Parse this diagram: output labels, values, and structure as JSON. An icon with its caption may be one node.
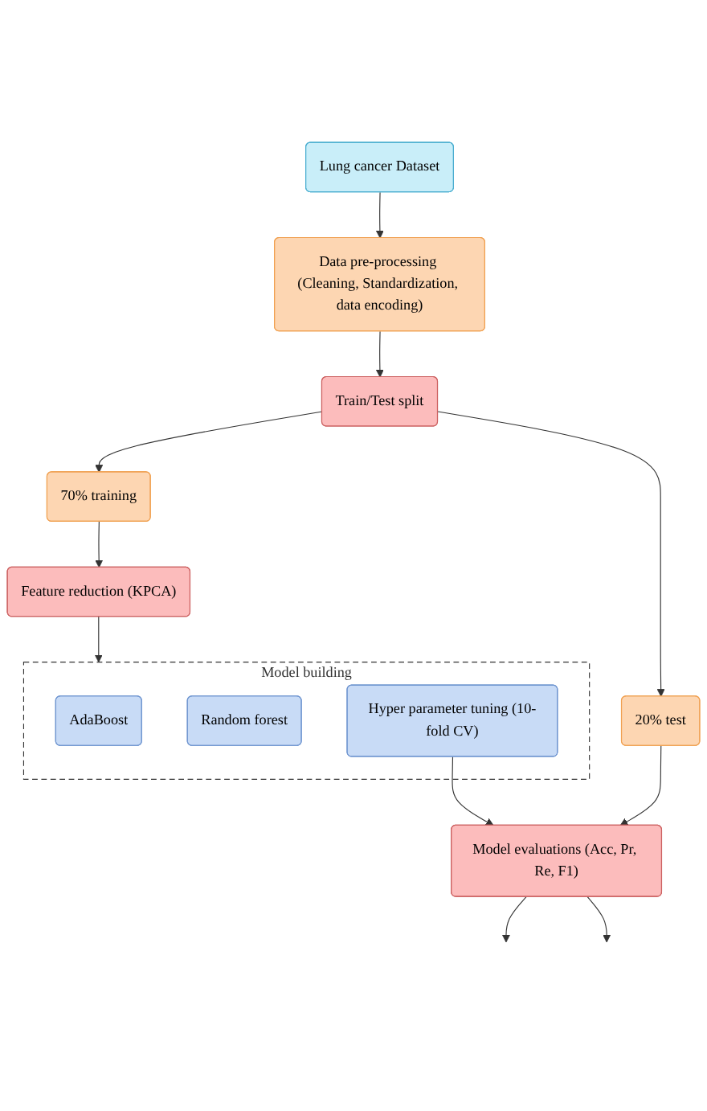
{
  "diagram": {
    "nodes": [
      {
        "text": [
          "Lung cancer Dataset"
        ]
      },
      {
        "text": [
          "Data pre-processing (Cleaning, Standardization, data encoding)"
        ]
      },
      {
        "text": [
          "Train/Test split"
        ]
      },
      {
        "text": [
          "70% training"
        ]
      },
      {
        "text": [
          "20% test"
        ]
      },
      {
        "text": [
          "Feature reduction (KPCA)"
        ]
      },
      {
        "text": [
          "Model building"
        ]
      },
      {
        "text": [
          "AdaBoost"
        ],
        "in": 6
      },
      {
        "text": [
          "Random forest"
        ],
        "in": 6
      },
      {
        "text": [
          "Hyper parameter tuning (10-fold CV)"
        ],
        "in": 6
      },
      {
        "text": [
          "Model evaluations (Acc, Pr, Re, F1)"
        ]
      }
    ],
    "edges": [
      {
        "from": 0,
        "to": 1,
        "arrow": "to"
      },
      {
        "from": 1,
        "to": 2,
        "arrow": "to"
      },
      {
        "from": 2,
        "to": 3,
        "arrow": "to"
      },
      {
        "from": 2,
        "to": 4,
        "arrow": "to"
      },
      {
        "from": 3,
        "to": 5,
        "arrow": "to"
      },
      {
        "from": 5,
        "to": 6,
        "arrow": "to"
      },
      {
        "from": 9,
        "to": 10,
        "arrow": "to"
      },
      {
        "from": 4,
        "to": 10,
        "arrow": "to"
      },
      {
        "from": 10,
        "to": null,
        "arrow": "to"
      },
      {
        "from": 10,
        "to": null,
        "arrow": "to"
      }
    ]
  }
}
